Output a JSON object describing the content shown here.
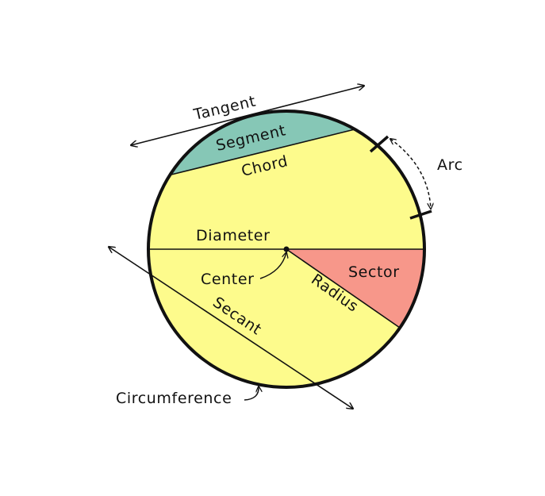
{
  "labels": {
    "tangent": "Tangent",
    "segment": "Segment",
    "chord": "Chord",
    "arc": "Arc",
    "diameter": "Diameter",
    "center": "Center",
    "sector": "Sector",
    "radius": "Radius",
    "secant": "Secant",
    "circumference": "Circumference"
  },
  "colors": {
    "circle_fill": "#fdfb8c",
    "segment_fill": "#86c7b6",
    "sector_fill": "#f7978a",
    "stroke": "#111111"
  }
}
